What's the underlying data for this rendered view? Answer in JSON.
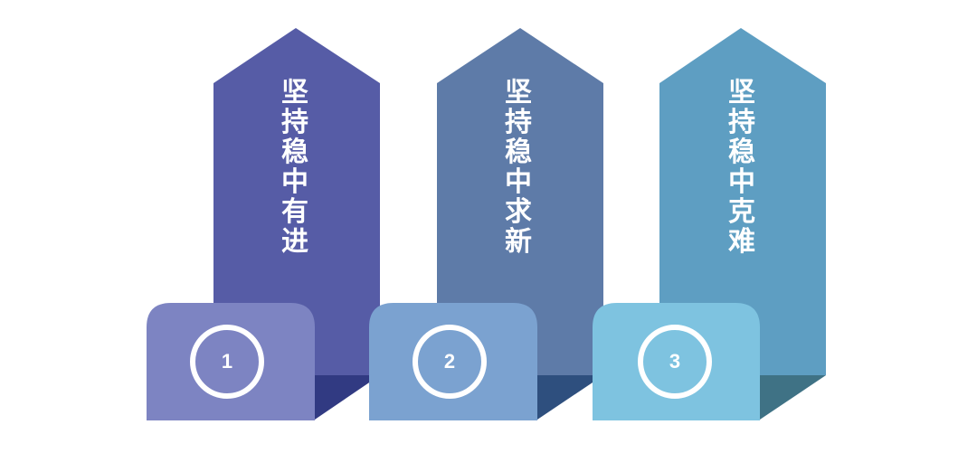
{
  "diagram": {
    "type": "three-step pillar infographic",
    "steps": [
      {
        "number": "1",
        "label": "坚持稳中有进",
        "colors": {
          "pillar": "#565ca6",
          "base": "#7d84c2",
          "shadow": "#313a82"
        }
      },
      {
        "number": "2",
        "label": "坚持稳中求新",
        "colors": {
          "pillar": "#5e7ba8",
          "base": "#7ba2d0",
          "shadow": "#2e4f7e"
        }
      },
      {
        "number": "3",
        "label": "坚持稳中克难",
        "colors": {
          "pillar": "#5e9ec2",
          "base": "#7ec3e0",
          "shadow": "#3f7285"
        }
      }
    ],
    "circle_color": "#ffffff",
    "text_color": "#ffffff"
  }
}
